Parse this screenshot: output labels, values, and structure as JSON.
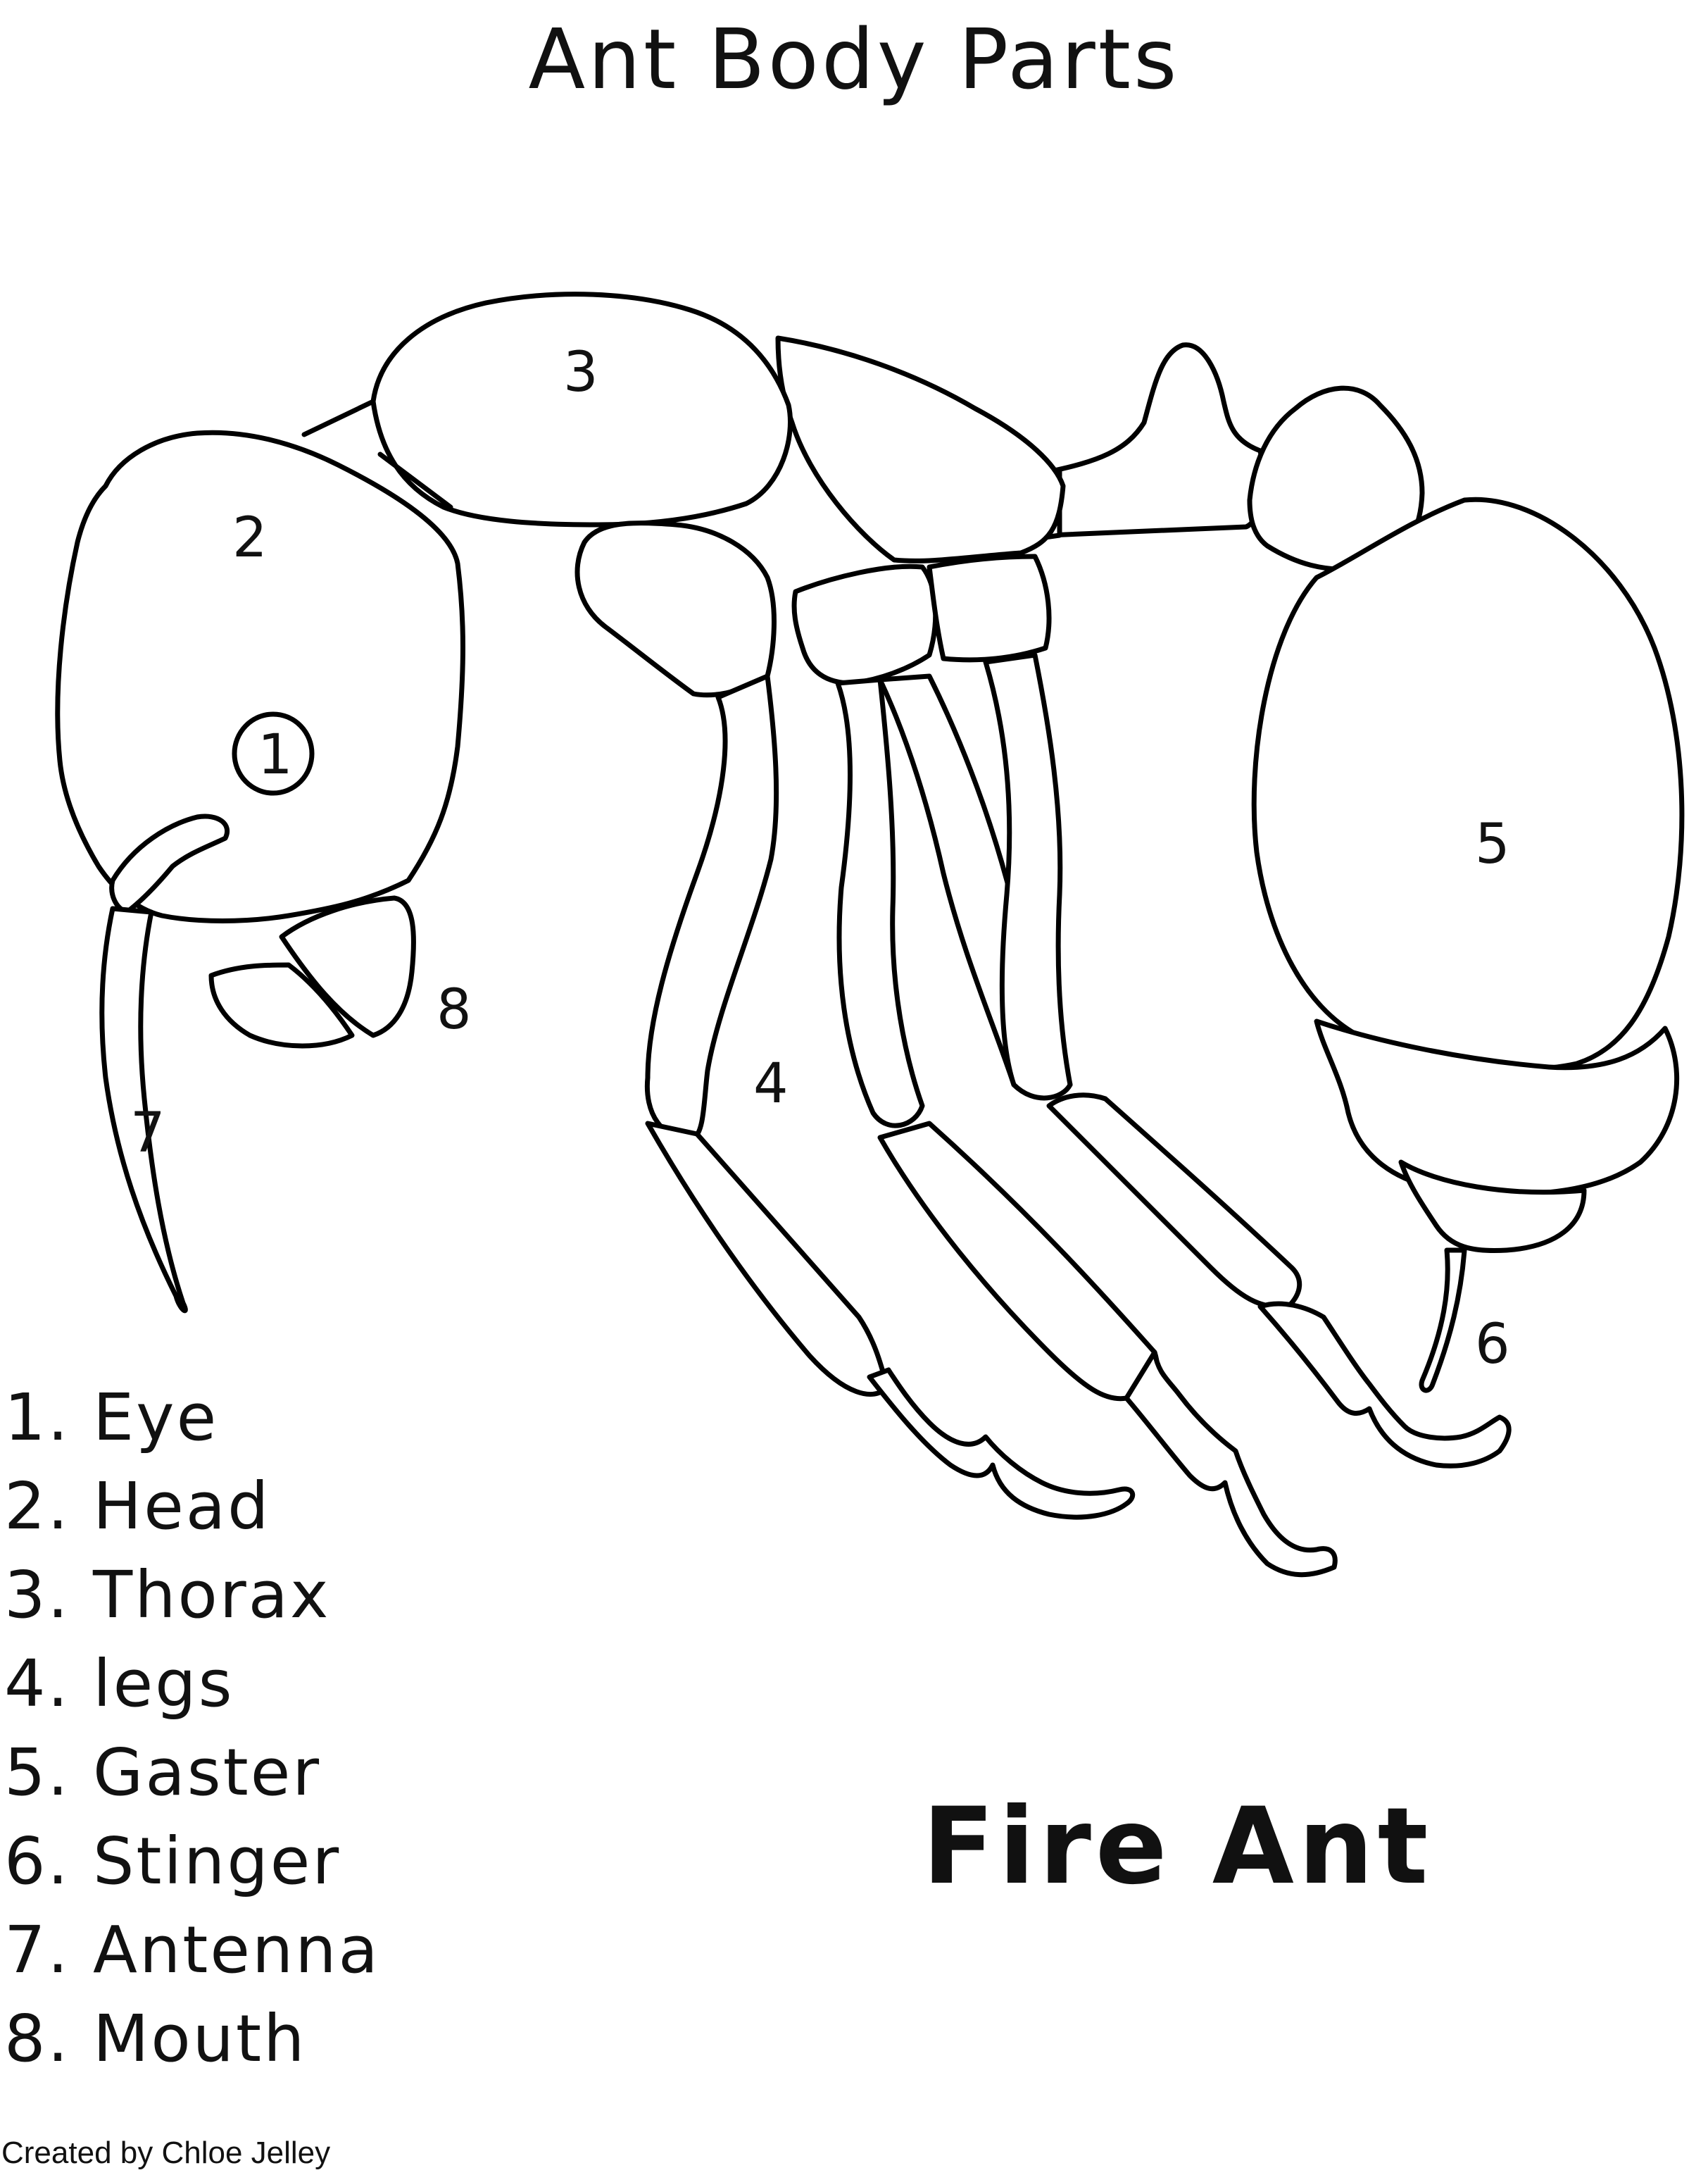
{
  "title": "Ant Body Parts",
  "subtitle": "Fire Ant",
  "credit": "Created by Chloe Jelley",
  "legend": [
    "1. Eye",
    "2. Head",
    "3. Thorax",
    "4. legs",
    "5. Gaster",
    "6. Stinger",
    "7. Antenna",
    "8. Mouth"
  ],
  "markers": {
    "eye": "1",
    "head": "2",
    "thorax": "3",
    "legs": "4",
    "gaster": "5",
    "stinger": "6",
    "antenna": "7",
    "mouth": "8"
  }
}
